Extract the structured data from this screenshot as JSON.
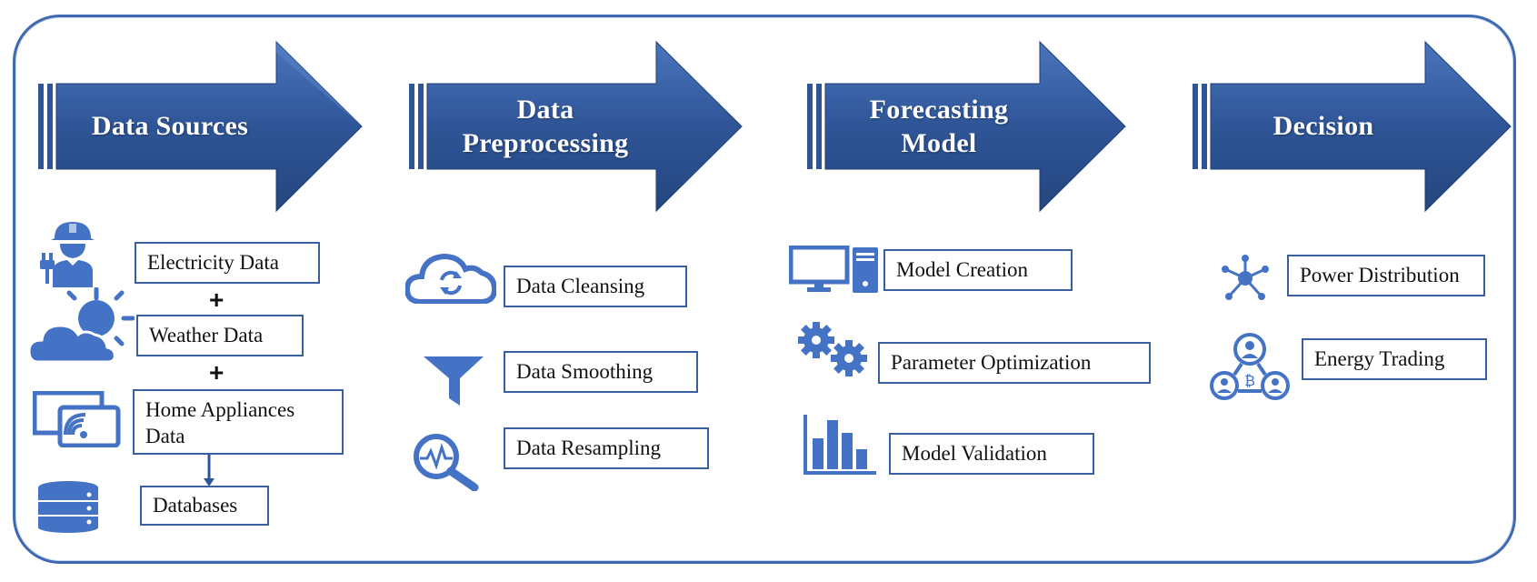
{
  "stages": [
    {
      "id": "data-sources",
      "title_lines": [
        "Data Sources"
      ]
    },
    {
      "id": "data-preprocessing",
      "title_lines": [
        "Data",
        "Preprocessing"
      ]
    },
    {
      "id": "forecasting-model",
      "title_lines": [
        "Forecasting",
        "Model"
      ]
    },
    {
      "id": "decision",
      "title_lines": [
        "Decision"
      ]
    }
  ],
  "data_sources": {
    "electricity": "Electricity Data",
    "weather": "Weather Data",
    "home_appliances_line1": "Home Appliances",
    "home_appliances_line2": "Data",
    "databases": "Databases",
    "plus": "+"
  },
  "preprocessing": {
    "cleansing": "Data Cleansing",
    "smoothing": "Data Smoothing",
    "resampling": "Data Resampling"
  },
  "forecasting": {
    "creation": "Model Creation",
    "optimization": "Parameter Optimization",
    "validation": "Model Validation"
  },
  "decision": {
    "distribution": "Power Distribution",
    "trading": "Energy Trading"
  },
  "icons": {
    "electricity": "electrician-worker-icon",
    "weather": "sun-cloud-icon",
    "appliances": "smart-appliance-icon",
    "databases": "database-icon",
    "cleansing": "cloud-sync-icon",
    "smoothing": "funnel-icon",
    "resampling": "magnifier-signal-icon",
    "creation": "computer-icon",
    "optimization": "gears-icon",
    "validation": "bar-chart-icon",
    "distribution": "network-hub-icon",
    "trading": "people-exchange-icon"
  },
  "colors": {
    "arrow_fill": "#2f5597",
    "icon": "#4472c4",
    "frame": "#3f69b0",
    "box_border": "#3a5f9e"
  }
}
